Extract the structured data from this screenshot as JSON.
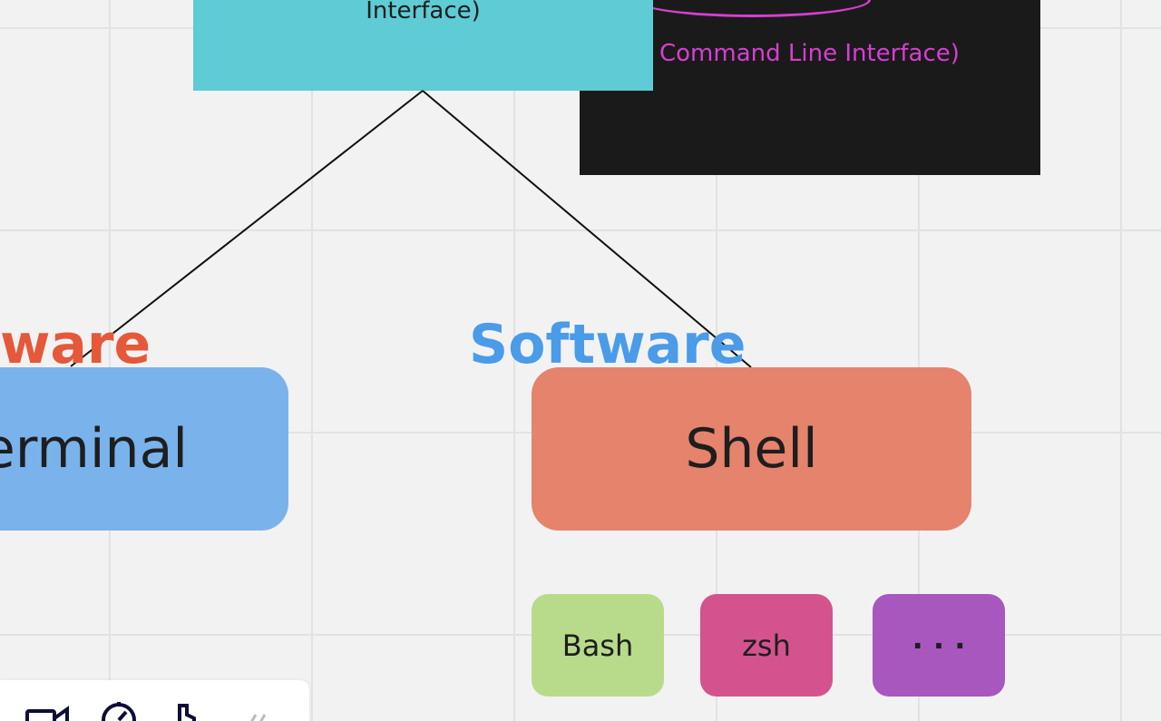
{
  "top_nodes": {
    "gui_fragment": "Interface)",
    "cli_fragment": "Command Line Interface)"
  },
  "labels": {
    "hardware_fragment": "ware",
    "software": "Software"
  },
  "nodes": {
    "terminal_fragment": "erminal",
    "shell": "Shell"
  },
  "shells": [
    {
      "label": "Bash"
    },
    {
      "label": "zsh"
    },
    {
      "label": "· · ·"
    }
  ],
  "colors": {
    "cyan": "#5ECBD5",
    "terminal": "#7AB3EC",
    "shell": "#E5836C",
    "bash": "#B8DB8B",
    "zsh": "#D4538E",
    "more": "#A757BD",
    "hardware": "#E5583A",
    "software": "#4A9BE8",
    "cli_text": "#D63FD1"
  },
  "toolbar": {
    "icons": [
      "video-camera-icon",
      "timer-icon",
      "reaction-icon",
      "collapse-icon"
    ]
  }
}
